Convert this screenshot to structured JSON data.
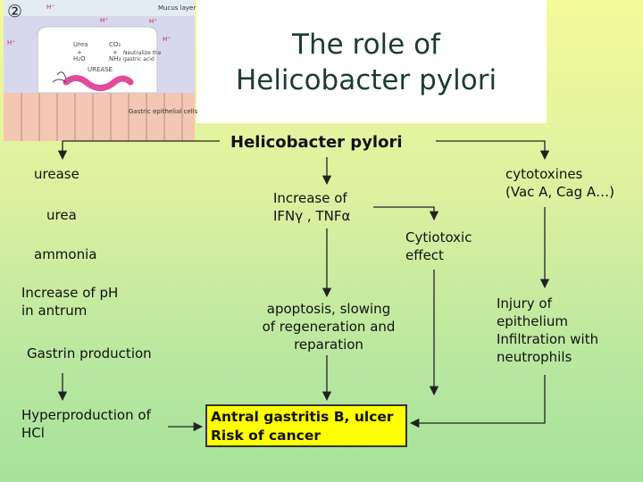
{
  "slide": {
    "title_line1": "The role of",
    "title_line2": "Helicobacter pylori"
  },
  "illustration": {
    "marker": "②",
    "mucus_layer": "Mucus layer",
    "proton": "H⁺",
    "urea": "Urea",
    "plus": "+",
    "h2o": "H₂O",
    "co2": "CO₂",
    "nh3": "NH₃",
    "neutralize": "Neutralize the gastric acid",
    "urease": "UREASE",
    "gastric_cells": "Gastric epithelial cells"
  },
  "diagram": {
    "root": "Helicobacter pylori",
    "left": {
      "urease": "urease",
      "urea": "urea",
      "ammonia": "ammonia",
      "ph_line1": "Increase of pH",
      "ph_line2": "in antrum",
      "gastrin": "Gastrin production",
      "hyper_line1": "Hyperproduction of",
      "hyper_line2": "HCl"
    },
    "middle": {
      "ifn_line1": "Increase of",
      "ifn_line2": "IFNγ  , TNFα",
      "apop_line1": "apoptosis, slowing",
      "apop_line2": "of  regeneration and",
      "apop_line3": "reparation"
    },
    "center_right": {
      "cyto_line1": "Cytiotoxic",
      "cyto_line2": "effect"
    },
    "right": {
      "toxins_line1": "cytotoxines",
      "toxins_line2": "(Vac A, Cag A…)",
      "injury_line1": "Injury of",
      "injury_line2": "epithelium",
      "injury_line3": "Infiltration with",
      "injury_line4": "neutrophils"
    },
    "result": {
      "line1": "Antral gastritis B, ulcer",
      "line2": "Risk of cancer"
    }
  },
  "colors": {
    "title": "#1c3b36",
    "result_fill": "#ffff00",
    "arrow": "#222222"
  }
}
